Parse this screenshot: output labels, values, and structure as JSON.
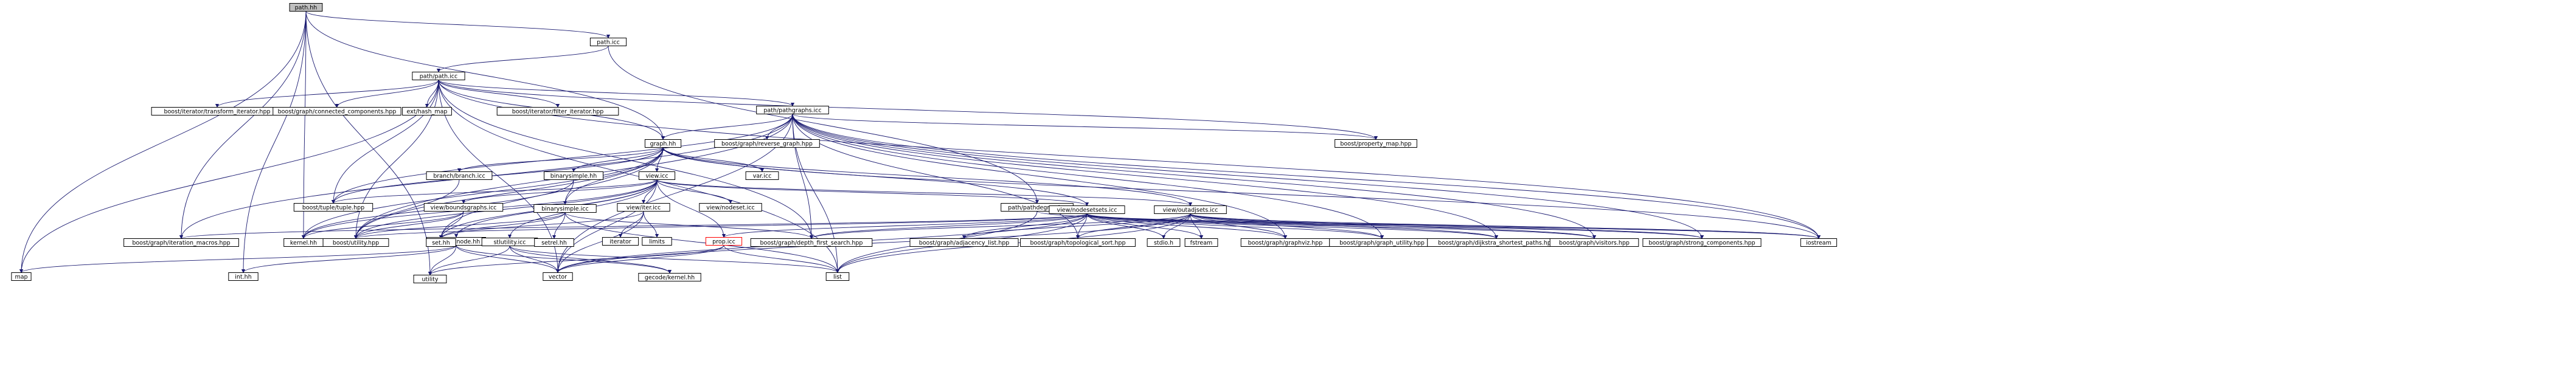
{
  "colors": {
    "edge": "#191970",
    "box_border": "#000000",
    "highlight_fill": "#bfbfbf",
    "incomplete_border": "#ff0000"
  },
  "nodes": [
    {
      "id": "path_hh",
      "label": "path.hh"
    },
    {
      "id": "path_icc",
      "label": "path.icc"
    },
    {
      "id": "path_path_icc",
      "label": "path/path.icc"
    },
    {
      "id": "pathdegree_icc",
      "label": "path/pathdegree.icc"
    },
    {
      "id": "pathgraphs_icc",
      "label": "path/pathgraphs.icc"
    },
    {
      "id": "graph_hh",
      "label": "graph.hh"
    },
    {
      "id": "branch_icc",
      "label": "branch/branch.icc"
    },
    {
      "id": "binarysimple_hh",
      "label": "binarysimple.hh"
    },
    {
      "id": "var_icc",
      "label": "var.icc"
    },
    {
      "id": "view_icc",
      "label": "view.icc"
    },
    {
      "id": "view_nodeset_icc",
      "label": "view/nodeset.icc"
    },
    {
      "id": "view_iter_icc",
      "label": "view/iter.icc"
    },
    {
      "id": "view_boundsgraphs_icc",
      "label": "view/boundsgraphs.icc"
    },
    {
      "id": "binarysimple_icc",
      "label": "binarysimple.icc"
    },
    {
      "id": "view_nodesetsets_icc",
      "label": "view/nodesetsets.icc"
    },
    {
      "id": "view_outadjsets_icc",
      "label": "view/outadjsets.icc"
    },
    {
      "id": "view_arcnode_hh",
      "label": "view/arcnode.hh"
    },
    {
      "id": "stlutility_icc",
      "label": "stlutility.icc"
    },
    {
      "id": "prop_icc",
      "label": "prop.icc"
    },
    {
      "id": "map",
      "label": "map"
    },
    {
      "id": "int_hh",
      "label": "int.hh"
    },
    {
      "id": "utility",
      "label": "utility"
    },
    {
      "id": "vector",
      "label": "vector"
    },
    {
      "id": "gecode_kernel_hh",
      "label": "gecode/kernel.hh"
    },
    {
      "id": "list",
      "label": "list"
    },
    {
      "id": "kernel_hh",
      "label": "kernel.hh"
    },
    {
      "id": "boost_utility_hpp",
      "label": "boost/utility.hpp"
    },
    {
      "id": "set_hh",
      "label": "set.hh"
    },
    {
      "id": "setrel_hh",
      "label": "setrel.hh"
    },
    {
      "id": "iterator",
      "label": "iterator"
    },
    {
      "id": "limits",
      "label": "limits"
    },
    {
      "id": "boost_tuple_tuple_hpp",
      "label": "boost/tuple/tuple.hpp"
    },
    {
      "id": "boost_graph_iteration_macros_hpp",
      "label": "boost/graph/iteration_macros.hpp"
    },
    {
      "id": "boost_graph_depth_first_search_hpp",
      "label": "boost/graph/depth_first_search.hpp"
    },
    {
      "id": "boost_graph_adjacency_list_hpp",
      "label": "boost/graph/adjacency_list.hpp"
    },
    {
      "id": "boost_graph_topological_sort_hpp",
      "label": "boost/graph/topological_sort.hpp"
    },
    {
      "id": "stdio_h",
      "label": "stdio.h"
    },
    {
      "id": "fstream",
      "label": "fstream"
    },
    {
      "id": "boost_graph_graphviz_hpp",
      "label": "boost/graph/graphviz.hpp"
    },
    {
      "id": "boost_graph_graph_utility_hpp",
      "label": "boost/graph/graph_utility.hpp"
    },
    {
      "id": "boost_graph_dijkstra_shortest_paths_hpp",
      "label": "boost/graph/dijkstra_shortest_paths.hpp"
    },
    {
      "id": "boost_graph_visitors_hpp",
      "label": "boost/graph/visitors.hpp"
    },
    {
      "id": "boost_graph_strong_components_hpp",
      "label": "boost/graph/strong_components.hpp"
    },
    {
      "id": "iostream",
      "label": "iostream"
    },
    {
      "id": "boost_iterator_transform_iterator_hpp",
      "label": "boost/iterator/transform_iterator.hpp"
    },
    {
      "id": "boost_graph_connected_components_hpp",
      "label": "boost/graph/connected_components.hpp"
    },
    {
      "id": "ext_hash_map",
      "label": "ext/hash_map"
    },
    {
      "id": "boost_iterator_filter_iterator_hpp",
      "label": "boost/iterator/filter_iterator.hpp"
    },
    {
      "id": "boost_graph_reverse_graph_hpp",
      "label": "boost/graph/reverse_graph.hpp"
    },
    {
      "id": "boost_property_map_hpp",
      "label": "boost/property_map.hpp"
    }
  ],
  "edges": [
    {
      "from": "path_hh",
      "to": "path_icc"
    },
    {
      "from": "path_hh",
      "to": "map"
    },
    {
      "from": "path_hh",
      "to": "int_hh"
    },
    {
      "from": "path_hh",
      "to": "utility"
    },
    {
      "from": "path_hh",
      "to": "kernel_hh"
    },
    {
      "from": "path_hh",
      "to": "boost_graph_iteration_macros_hpp"
    },
    {
      "from": "path_hh",
      "to": "graph_hh"
    },
    {
      "from": "path_icc",
      "to": "path_path_icc"
    },
    {
      "from": "path_icc",
      "to": "pathdegree_icc"
    },
    {
      "from": "path_path_icc",
      "to": "boost_iterator_transform_iterator_hpp"
    },
    {
      "from": "path_path_icc",
      "to": "boost_graph_connected_components_hpp"
    },
    {
      "from": "path_path_icc",
      "to": "ext_hash_map"
    },
    {
      "from": "path_path_icc",
      "to": "boost_iterator_filter_iterator_hpp"
    },
    {
      "from": "path_path_icc",
      "to": "pathgraphs_icc"
    },
    {
      "from": "path_path_icc",
      "to": "map"
    },
    {
      "from": "path_path_icc",
      "to": "vector"
    },
    {
      "from": "path_path_icc",
      "to": "list"
    },
    {
      "from": "path_path_icc",
      "to": "boost_tuple_tuple_hpp"
    },
    {
      "from": "path_path_icc",
      "to": "boost_graph_depth_first_search_hpp"
    },
    {
      "from": "path_path_icc",
      "to": "boost_utility_hpp"
    },
    {
      "from": "path_path_icc",
      "to": "iostream"
    },
    {
      "from": "path_path_icc",
      "to": "boost_property_map_hpp"
    },
    {
      "from": "path_path_icc",
      "to": "graph_hh"
    },
    {
      "from": "pathdegree_icc",
      "to": "iostream"
    },
    {
      "from": "pathdegree_icc",
      "to": "list"
    },
    {
      "from": "pathgraphs_icc",
      "to": "boost_graph_reverse_graph_hpp"
    },
    {
      "from": "pathgraphs_icc",
      "to": "boost_property_map_hpp"
    },
    {
      "from": "pathgraphs_icc",
      "to": "graph_hh"
    },
    {
      "from": "pathgraphs_icc",
      "to": "boost_tuple_tuple_hpp"
    },
    {
      "from": "pathgraphs_icc",
      "to": "boost_graph_iteration_macros_hpp"
    },
    {
      "from": "pathgraphs_icc",
      "to": "boost_utility_hpp"
    },
    {
      "from": "pathgraphs_icc",
      "to": "vector"
    },
    {
      "from": "pathgraphs_icc",
      "to": "list"
    },
    {
      "from": "pathgraphs_icc",
      "to": "boost_graph_depth_first_search_hpp"
    },
    {
      "from": "pathgraphs_icc",
      "to": "boost_graph_topological_sort_hpp"
    },
    {
      "from": "pathgraphs_icc",
      "to": "boost_graph_graphviz_hpp"
    },
    {
      "from": "pathgraphs_icc",
      "to": "boost_graph_graph_utility_hpp"
    },
    {
      "from": "pathgraphs_icc",
      "to": "boost_graph_dijkstra_shortest_paths_hpp"
    },
    {
      "from": "pathgraphs_icc",
      "to": "boost_graph_visitors_hpp"
    },
    {
      "from": "pathgraphs_icc",
      "to": "boost_graph_strong_components_hpp"
    },
    {
      "from": "pathgraphs_icc",
      "to": "iostream"
    },
    {
      "from": "graph_hh",
      "to": "branch_icc"
    },
    {
      "from": "graph_hh",
      "to": "binarysimple_hh"
    },
    {
      "from": "graph_hh",
      "to": "var_icc"
    },
    {
      "from": "graph_hh",
      "to": "view_icc"
    },
    {
      "from": "graph_hh",
      "to": "boost_tuple_tuple_hpp"
    },
    {
      "from": "graph_hh",
      "to": "kernel_hh"
    },
    {
      "from": "graph_hh",
      "to": "boost_utility_hpp"
    },
    {
      "from": "graph_hh",
      "to": "set_hh"
    },
    {
      "from": "graph_hh",
      "to": "iostream"
    },
    {
      "from": "branch_icc",
      "to": "boost_utility_hpp"
    },
    {
      "from": "binarysimple_hh",
      "to": "binarysimple_icc"
    },
    {
      "from": "binarysimple_hh",
      "to": "kernel_hh"
    },
    {
      "from": "binarysimple_icc",
      "to": "set_hh"
    },
    {
      "from": "binarysimple_icc",
      "to": "setrel_hh"
    },
    {
      "from": "binarysimple_icc",
      "to": "list"
    },
    {
      "from": "binarysimple_icc",
      "to": "boost_utility_hpp"
    },
    {
      "from": "binarysimple_icc",
      "to": "boost_graph_depth_first_search_hpp"
    },
    {
      "from": "binarysimple_icc",
      "to": "graph_hh"
    },
    {
      "from": "view_icc",
      "to": "view_nodeset_icc"
    },
    {
      "from": "view_icc",
      "to": "view_iter_icc"
    },
    {
      "from": "view_icc",
      "to": "view_boundsgraphs_icc"
    },
    {
      "from": "view_icc",
      "to": "view_nodesetsets_icc"
    },
    {
      "from": "view_icc",
      "to": "view_outadjsets_icc"
    },
    {
      "from": "view_icc",
      "to": "view_arcnode_hh"
    },
    {
      "from": "view_icc",
      "to": "stlutility_icc"
    },
    {
      "from": "view_icc",
      "to": "prop_icc"
    },
    {
      "from": "view_icc",
      "to": "vector"
    },
    {
      "from": "view_icc",
      "to": "kernel_hh"
    },
    {
      "from": "view_icc",
      "to": "boost_utility_hpp"
    },
    {
      "from": "view_icc",
      "to": "set_hh"
    },
    {
      "from": "view_icc",
      "to": "boost_tuple_tuple_hpp"
    },
    {
      "from": "view_iter_icc",
      "to": "iterator"
    },
    {
      "from": "view_iter_icc",
      "to": "limits"
    },
    {
      "from": "view_iter_icc",
      "to": "set_hh"
    },
    {
      "from": "view_iter_icc",
      "to": "vector"
    },
    {
      "from": "view_boundsgraphs_icc",
      "to": "boost_utility_hpp"
    },
    {
      "from": "view_boundsgraphs_icc",
      "to": "kernel_hh"
    },
    {
      "from": "view_boundsgraphs_icc",
      "to": "set_hh"
    },
    {
      "from": "view_nodesetsets_icc",
      "to": "boost_graph_iteration_macros_hpp"
    },
    {
      "from": "view_nodesetsets_icc",
      "to": "boost_graph_depth_first_search_hpp"
    },
    {
      "from": "view_nodesetsets_icc",
      "to": "boost_graph_adjacency_list_hpp"
    },
    {
      "from": "view_nodesetsets_icc",
      "to": "boost_graph_topological_sort_hpp"
    },
    {
      "from": "view_nodesetsets_icc",
      "to": "stdio_h"
    },
    {
      "from": "view_nodesetsets_icc",
      "to": "fstream"
    },
    {
      "from": "view_nodesetsets_icc",
      "to": "boost_graph_graphviz_hpp"
    },
    {
      "from": "view_nodesetsets_icc",
      "to": "boost_graph_graph_utility_hpp"
    },
    {
      "from": "view_nodesetsets_icc",
      "to": "boost_graph_dijkstra_shortest_paths_hpp"
    },
    {
      "from": "view_nodesetsets_icc",
      "to": "boost_graph_visitors_hpp"
    },
    {
      "from": "view_nodesetsets_icc",
      "to": "boost_graph_strong_components_hpp"
    },
    {
      "from": "view_nodesetsets_icc",
      "to": "iostream"
    },
    {
      "from": "view_nodesetsets_icc",
      "to": "vector"
    },
    {
      "from": "view_nodesetsets_icc",
      "to": "list"
    },
    {
      "from": "view_nodesetsets_icc",
      "to": "prop_icc"
    },
    {
      "from": "view_nodesetsets_icc",
      "to": "boost_utility_hpp"
    },
    {
      "from": "view_nodesetsets_icc",
      "to": "graph_hh"
    },
    {
      "from": "view_outadjsets_icc",
      "to": "boost_graph_depth_first_search_hpp"
    },
    {
      "from": "view_outadjsets_icc",
      "to": "boost_graph_adjacency_list_hpp"
    },
    {
      "from": "view_outadjsets_icc",
      "to": "boost_graph_topological_sort_hpp"
    },
    {
      "from": "view_outadjsets_icc",
      "to": "stdio_h"
    },
    {
      "from": "view_outadjsets_icc",
      "to": "fstream"
    },
    {
      "from": "view_outadjsets_icc",
      "to": "boost_graph_graphviz_hpp"
    },
    {
      "from": "view_outadjsets_icc",
      "to": "boost_graph_graph_utility_hpp"
    },
    {
      "from": "view_outadjsets_icc",
      "to": "boost_graph_dijkstra_shortest_paths_hpp"
    },
    {
      "from": "view_outadjsets_icc",
      "to": "boost_graph_visitors_hpp"
    },
    {
      "from": "view_outadjsets_icc",
      "to": "boost_graph_strong_components_hpp"
    },
    {
      "from": "view_outadjsets_icc",
      "to": "iostream"
    },
    {
      "from": "view_outadjsets_icc",
      "to": "vector"
    },
    {
      "from": "view_outadjsets_icc",
      "to": "list"
    },
    {
      "from": "view_outadjsets_icc",
      "to": "graph_hh"
    },
    {
      "from": "view_arcnode_hh",
      "to": "map"
    },
    {
      "from": "view_arcnode_hh",
      "to": "int_hh"
    },
    {
      "from": "view_arcnode_hh",
      "to": "utility"
    },
    {
      "from": "view_arcnode_hh",
      "to": "vector"
    },
    {
      "from": "view_arcnode_hh",
      "to": "gecode_kernel_hh"
    },
    {
      "from": "stlutility_icc",
      "to": "utility"
    },
    {
      "from": "stlutility_icc",
      "to": "vector"
    },
    {
      "from": "stlutility_icc",
      "to": "gecode_kernel_hh"
    },
    {
      "from": "stlutility_icc",
      "to": "list"
    },
    {
      "from": "prop_icc",
      "to": "utility"
    },
    {
      "from": "prop_icc",
      "to": "vector"
    },
    {
      "from": "prop_icc",
      "to": "list"
    }
  ]
}
